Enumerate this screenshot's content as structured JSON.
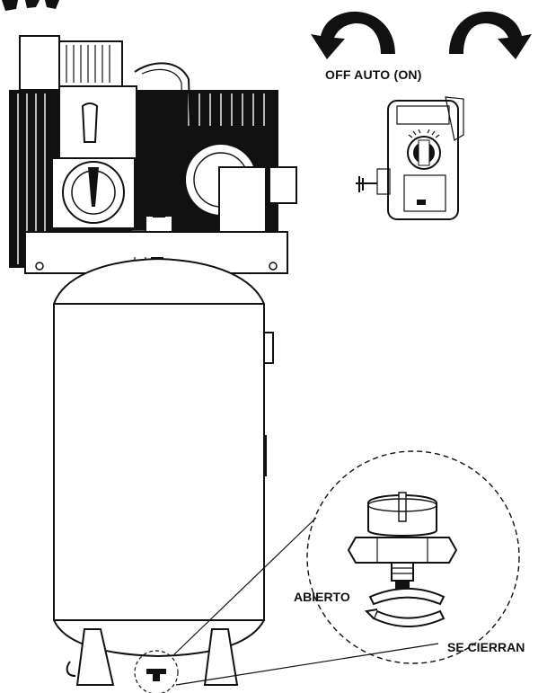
{
  "labels": {
    "switch_positions": "OFF AUTO (ON)",
    "valve_open": "ABIERTO",
    "valve_close": "SE CIERRAN"
  },
  "colors": {
    "line": "#111111",
    "background": "#ffffff",
    "fill_dark": "#111111",
    "fill_light": "#ffffff"
  }
}
